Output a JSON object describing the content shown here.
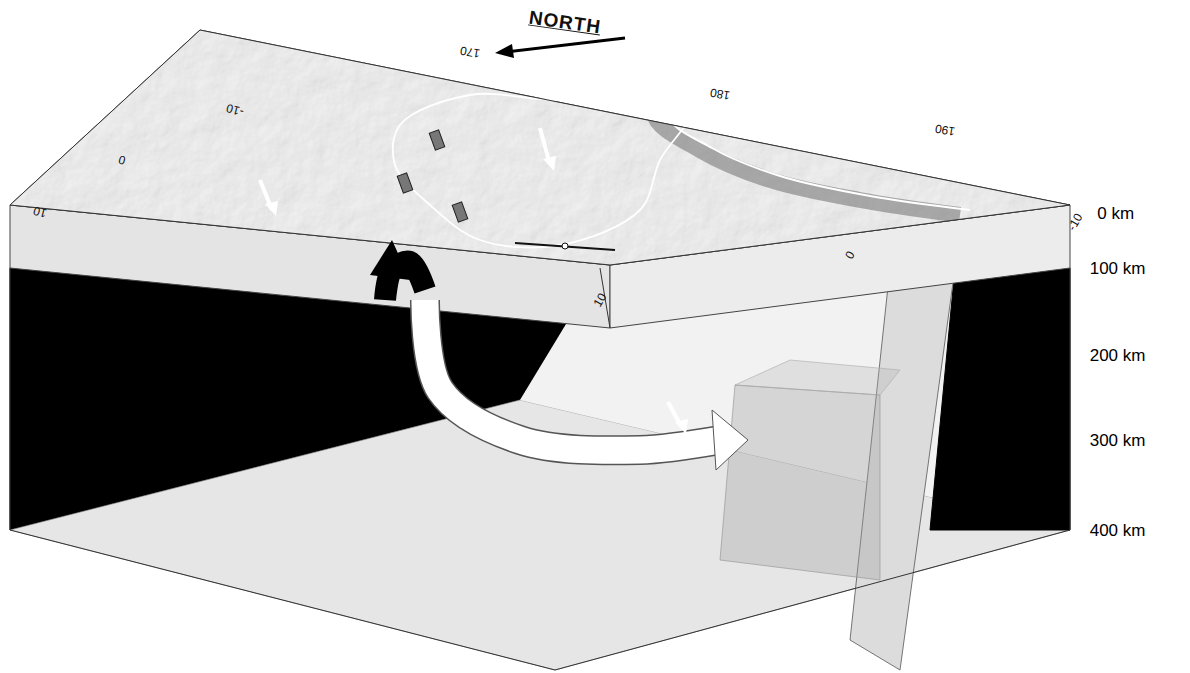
{
  "diagram": {
    "labels": [
      "NORTH",
      "0 km",
      "100 km",
      "200 km",
      "300 km",
      "400 km",
      "10",
      "0",
      "-10",
      "170",
      "180",
      "190",
      "-10",
      "0",
      "10"
    ]
  }
}
